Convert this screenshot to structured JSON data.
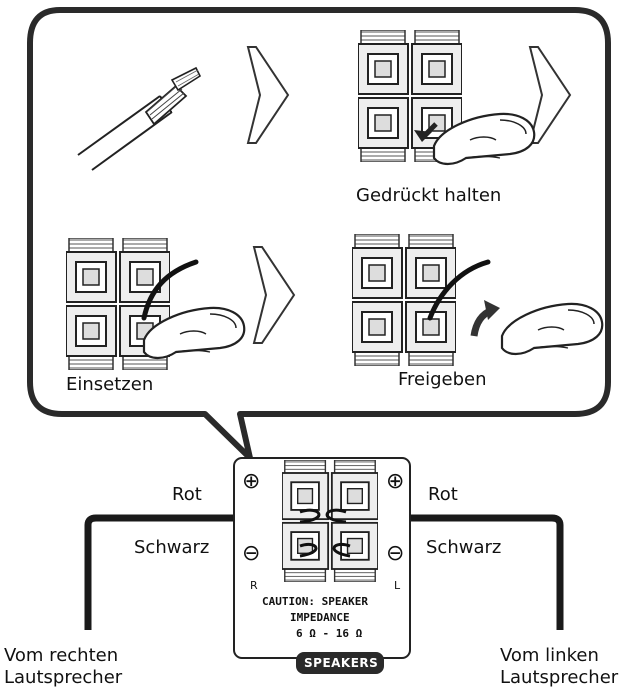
{
  "steps": {
    "press_hold": "Gedrückt halten",
    "insert": "Einsetzen",
    "release": "Freigeben"
  },
  "terminal": {
    "red_left": "Rot",
    "red_right": "Rot",
    "black_left": "Schwarz",
    "black_right": "Schwarz",
    "side_r": "R",
    "side_l": "L",
    "plus": "⊕",
    "minus": "⊖",
    "caution_line1": "CAUTION: SPEAKER",
    "caution_line2": "IMPEDANCE",
    "caution_line3": "6 Ω - 16 Ω",
    "badge": "SPEAKERS"
  },
  "cables": {
    "from_right_line1": "Vom rechten",
    "from_right_line2": "Lautsprecher",
    "from_left_line1": "Vom linken",
    "from_left_line2": "Lautsprecher"
  },
  "colors": {
    "outline": "#2a2a2a",
    "terminal_fill": "#e6e6e6",
    "cable": "#1a1a1a"
  }
}
